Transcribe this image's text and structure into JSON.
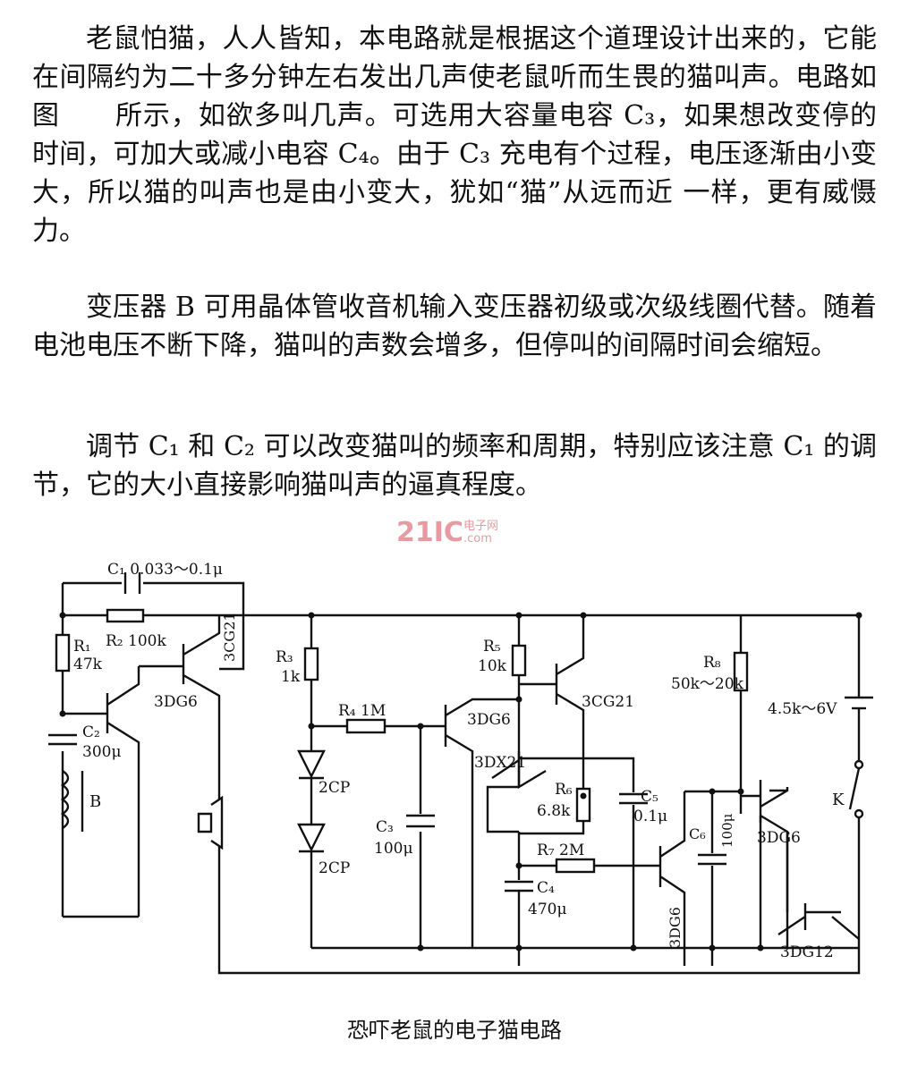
{
  "text": {
    "p1": "老鼠怕猫，人人皆知，本电路就是根据这个道理设计出来的，它能在间隔约为二十多分钟左右发出几声使老鼠听而生畏的猫叫声。电路如图　　所示，如欲多叫几声。可选用大容量电容 C₃，如果想改变停的时间，可加大或减小电容 C₄。由于 C₃ 充电有个过程，电压逐渐由小变大，所以猫的叫声也是由小变大，犹如“猫”从远而近 一样，更有威慑力。",
    "p2": "变压器 B 可用晶体管收音机输入变压器初级或次级线圈代替。随着电池电压不断下降，猫叫的声数会增多，但停叫的间隔时间会缩短。",
    "p3": "调节 C₁ 和 C₂ 可以改变猫叫的频率和周期，特别应该注意 C₁ 的调节，它的大小直接影响猫叫声的逼真程度。"
  },
  "watermark": {
    "logo": "21IC",
    "top": "电子网",
    "bottom": ".com"
  },
  "circuit": {
    "c1": "C₁ 0.033～0.1μ",
    "r2": "R₂ 100k",
    "r1": "R₁",
    "r1v": "47k",
    "q1": "3CG21",
    "q2": "3DG6",
    "c2": "C₂",
    "c2v": "300μ",
    "b": "B",
    "r3": "R₃",
    "r3v": "1k",
    "r4": "R₄ 1M",
    "d1": "2CP",
    "d2": "2CP",
    "c3": "C₃",
    "c3v": "100μ",
    "r5": "R₅",
    "r5v": "10k",
    "q3": "3DG6",
    "q4": "3CG21",
    "q5": "3DX21",
    "r6": "R₆",
    "r6v": "6.8k",
    "c5": "C₅",
    "c5v": "0.1μ",
    "r7": "R₇ 2M",
    "c4": "C₄",
    "c4v": "470μ",
    "q6": "3DG6",
    "c6": "C₆",
    "c6v": "100μ",
    "r8": "R₈",
    "r8v": "50k～20k",
    "bat": "4.5k～6V",
    "k": "K",
    "q7": "3DG6",
    "q8": "3DG12"
  },
  "caption": "恐吓老鼠的电子猫电路"
}
